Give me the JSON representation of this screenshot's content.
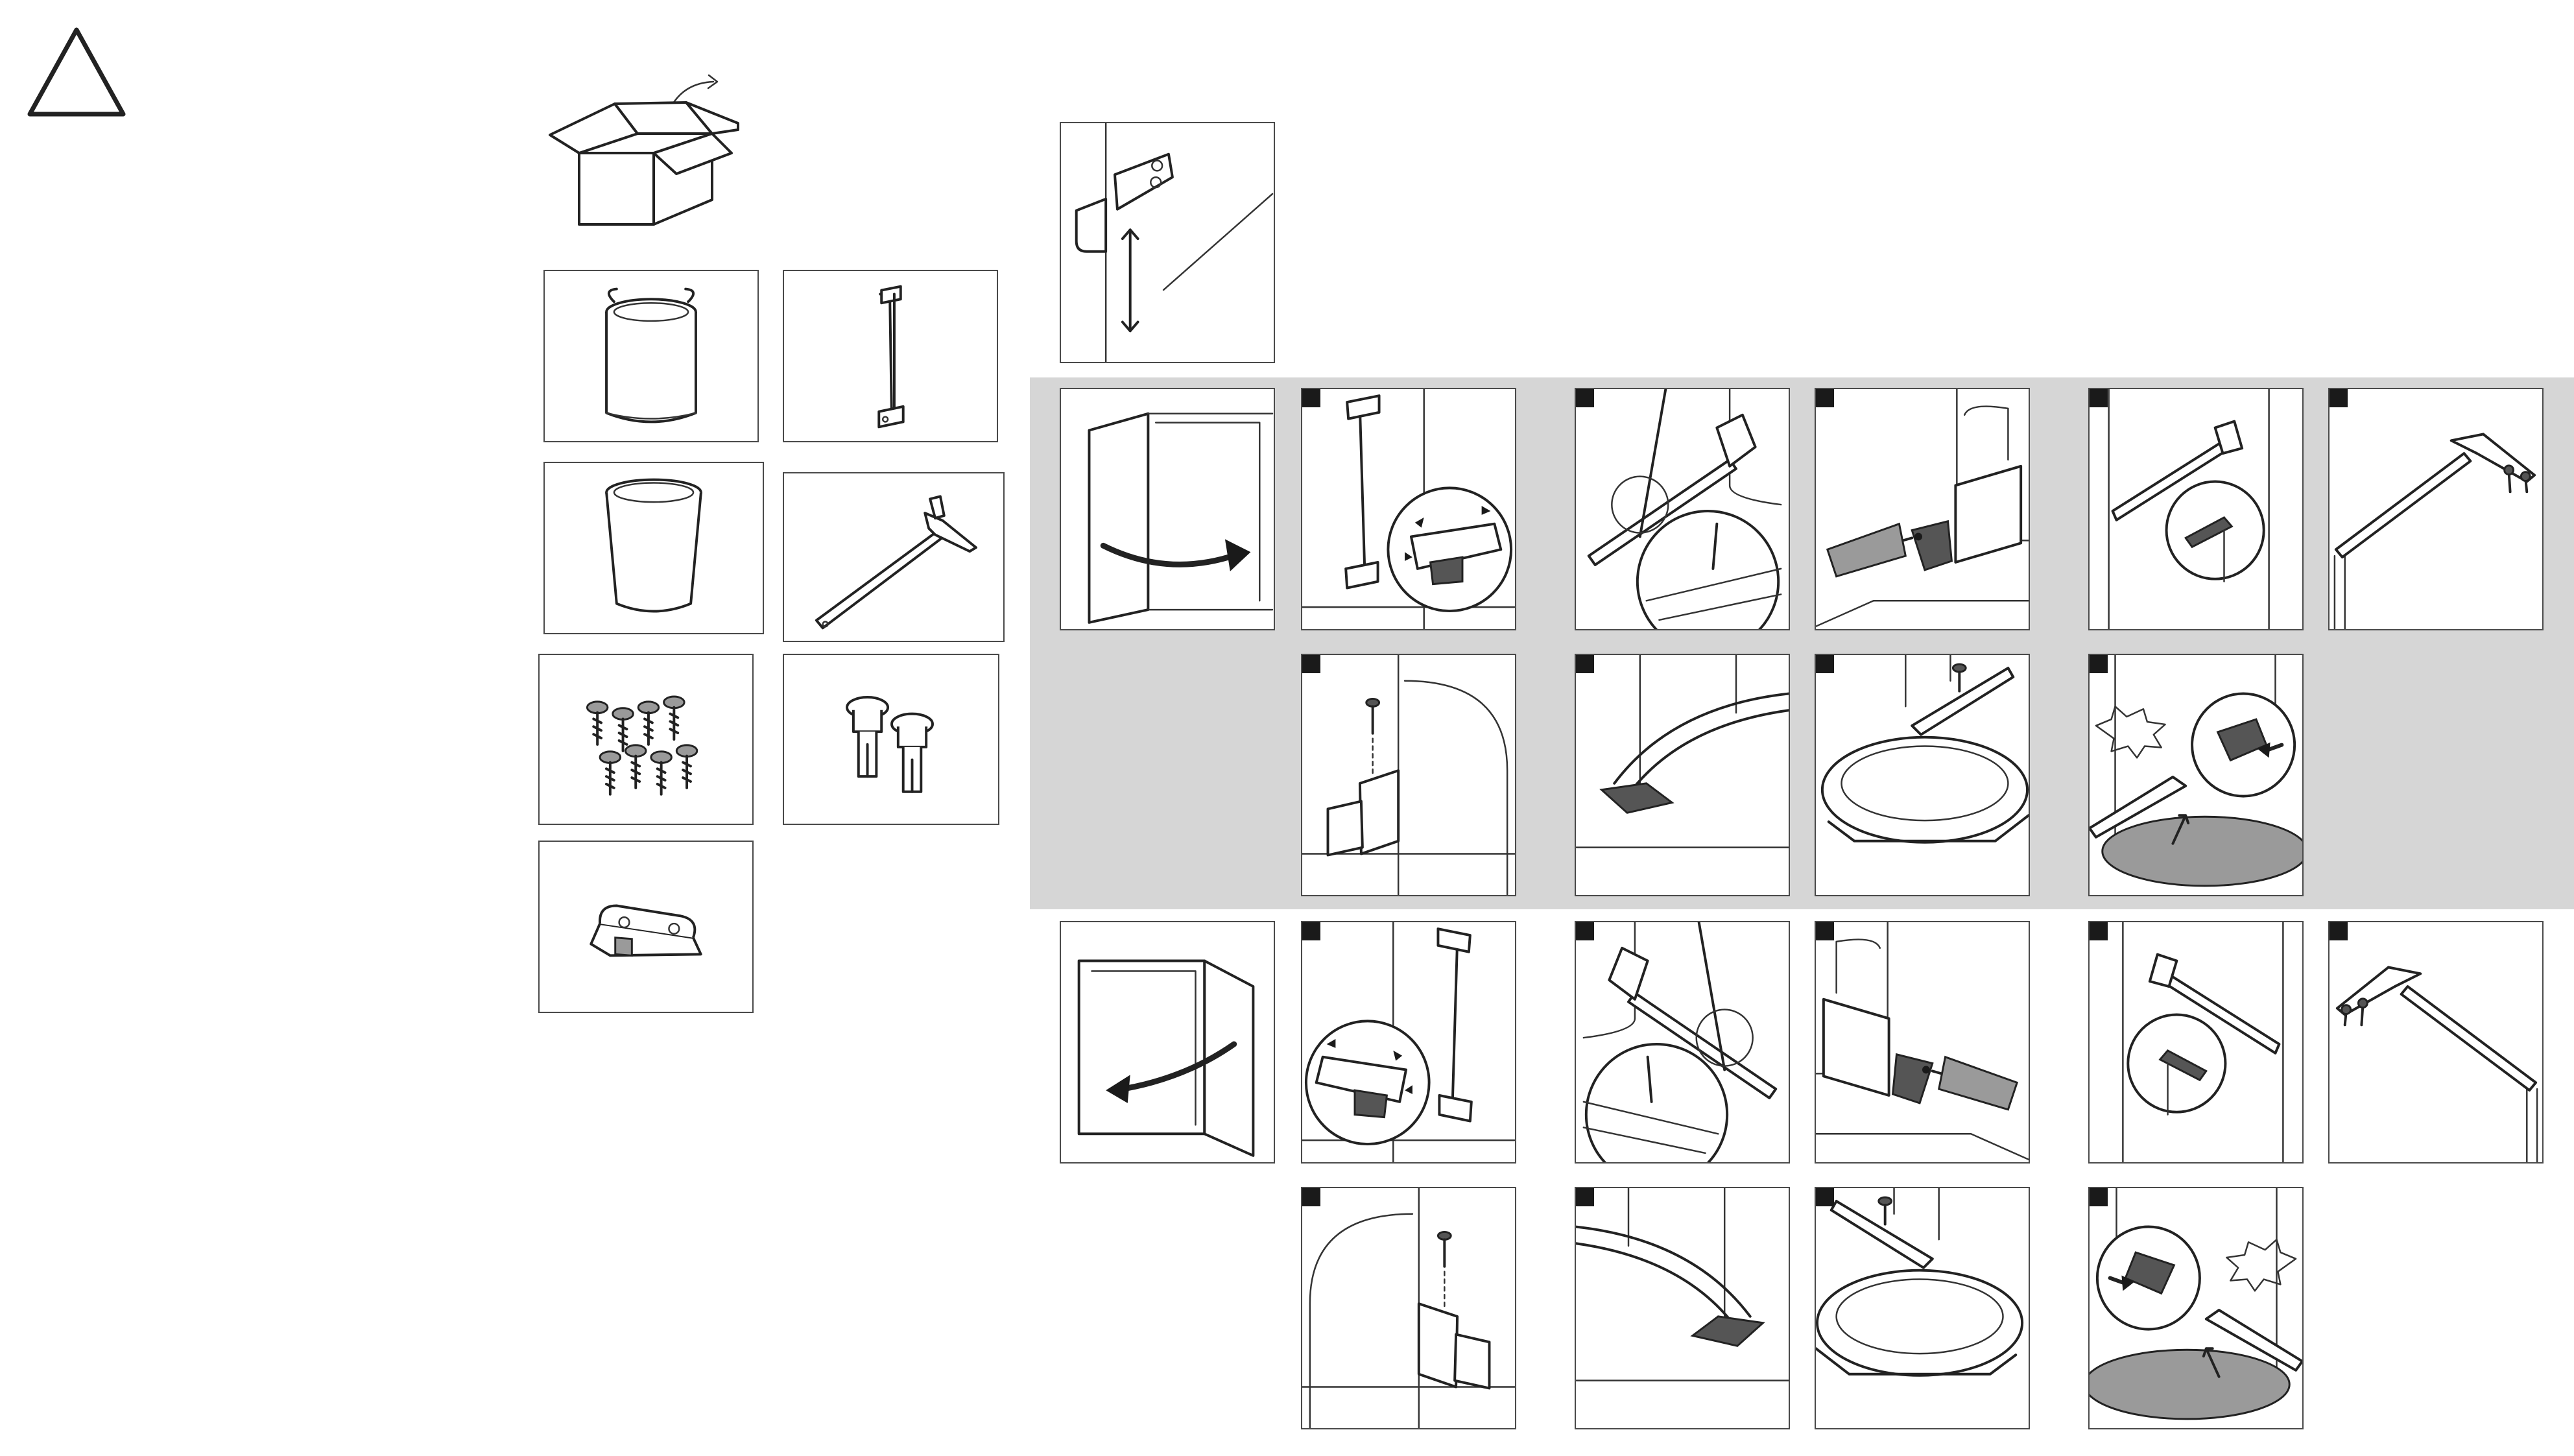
{
  "page": {
    "background": "#ffffff",
    "band_color": "#d6d6d6",
    "line_color": "#222222",
    "badge_color": "#1a1a1a",
    "lid_color": "#9a9a9a"
  },
  "icons": {
    "warning": "warning-triangle-icon",
    "unbox": "open-box-icon"
  },
  "parts": [
    {
      "id": "outer-bin",
      "icon": "outer-bin-icon"
    },
    {
      "id": "guide-rod",
      "icon": "guide-rod-icon"
    },
    {
      "id": "inner-bucket",
      "icon": "inner-bucket-icon"
    },
    {
      "id": "lid-arm",
      "icon": "lid-arm-icon"
    },
    {
      "id": "screws",
      "icon": "screws-icon",
      "count": 8
    },
    {
      "id": "pins",
      "icon": "pins-icon",
      "count": 2
    },
    {
      "id": "bracket",
      "icon": "bracket-icon"
    }
  ],
  "steps": {
    "hinge_check": {
      "icon": "hinge-adjust-icon"
    },
    "right_hinged": {
      "intro": "cabinet-door-right-icon",
      "rows": [
        [
          "rod-mount-icon",
          "rod-drill-icon",
          "bracket-mount-icon",
          "arm-mount-icon",
          "arm-screw-icon"
        ],
        [
          "pin-insert-icon",
          "ring-place-icon",
          "ring-pin-icon",
          "lid-click-icon"
        ]
      ]
    },
    "left_hinged": {
      "intro": "cabinet-door-left-icon",
      "rows": [
        [
          "rod-mount-icon",
          "rod-drill-icon",
          "bracket-mount-icon",
          "arm-mount-icon",
          "arm-screw-icon"
        ],
        [
          "pin-insert-icon",
          "ring-place-icon",
          "ring-pin-icon",
          "lid-click-icon"
        ]
      ]
    }
  }
}
